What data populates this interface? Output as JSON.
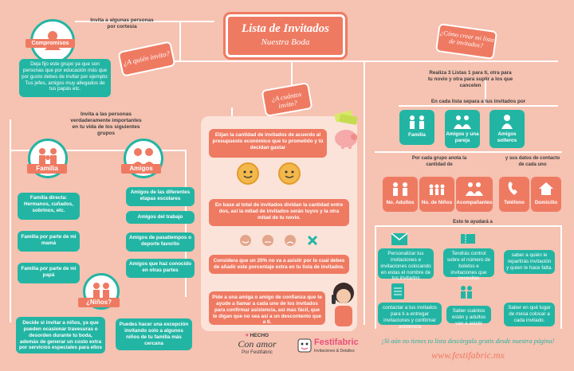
{
  "title": {
    "main": "Lista de Invitados",
    "sub": "Nuestra Boda"
  },
  "left": {
    "invite_some": "Invita a algunas personas por cortesía",
    "compromisos_label": "Compromisos",
    "quien_invito": "¿A quién invito?",
    "compromisos_text": "Deja fijo este grupo ya que son personas que por educación más que por gusto debes de invitar por ejemplo: Tus jefes, amigos muy allegados de tus papás etc.",
    "invite_important": "Invita a las personas verdaderamente importantes en tu vida de los siguientes grupos",
    "familia_label": "Familia",
    "amigos_label": "Amigos",
    "familia_items": [
      "Familia directa: Hermanos, cuñados, sobrinos, etc.",
      "Familia por parte de mi mamá",
      "Familia por parte de mi papá"
    ],
    "amigos_items": [
      "Amigos de las diferentes etapas escolares",
      "Amigos del trabajo",
      "Amigos de pasatiempos o deporte favorito",
      "Amigos que haz conocido en otras partes"
    ],
    "ninos_label": "¿Niños?",
    "ninos_left": "Decide si invitar a niños, ya que pueden ocasionar travesuras o desorden durante tu boda, además de generar un costo extra por servicios especiales para ellos",
    "ninos_right": "Puedes hacer una excepción invitando solo a algunos niños de tu familia más cercana"
  },
  "center": {
    "cuantos": "¿A cuántos invito?",
    "step1": "Elijan la cantidad de invitados de acuerdo al presupuesto económico que tu prometido y tú decidan gastar",
    "step2": "En base al total de invitados dividan la cantidad entre dos, así la mitad de invitados serán tuyos y la otra mitad de tu novio.",
    "step3": "Considera que un 20% no va a asistir por lo cual debes de añadir este porcentaje extra en tu lista de invitados.",
    "step4": "Pide a una amiga o amigo de confianza que te ayude a llamar a cada uno de los invitados para confirmar asistencia, así mas fácil, que te digan que no sea así a un descontento que a ti."
  },
  "right": {
    "como_crear": "¿Cómo crear mi lista de invitados?",
    "intro": "Realiza 3 Listas 1 para ti, otra para tu novio y otra para suplir a los que cancelen",
    "separa": "En cada lista separa a tus invitados por",
    "groups": [
      "Familia",
      "Amigos y una pareja",
      "Amigos solteros"
    ],
    "por_grupo": "Por cada grupo anota la cantidad de",
    "datos": "y sus datos de contacto de cada uno",
    "counts": [
      "No. Adultos",
      "No. de Niños",
      "Acompañantes"
    ],
    "contacts": [
      "Teléfono",
      "Domicilio"
    ],
    "ayudara": "Esto te ayudará a",
    "helps": [
      "Personalizar tus invitaciones e invitaciones colocando en estas el nombre de tus invitados",
      "Tendrás control sobre el número de boletos e invitaciones que necesitas",
      "saber a quién le repartirás invitación y quien le hace falta.",
      "contactar a tus invitados para ti a entregar invitaciones y confirmar asistencia",
      "Saber cuántos están y adultos van a asistir",
      "Saber en qué lugar de mesa colocar a cada invitado."
    ]
  },
  "footer": {
    "logo_line1": "HECHO",
    "logo_line2": "Con amor",
    "logo_line3": "Por Festifabric",
    "brand": "Festifabric",
    "brand_sub": "Invitaciones & Detalles",
    "cta": "¡Si aún no tienes tu lista descárgala gratis desde nuestra página!",
    "url": "www.festifabric.mx"
  },
  "colors": {
    "teal": "#23b5a4",
    "coral": "#ef7a62",
    "bg": "#f6c2b1"
  }
}
